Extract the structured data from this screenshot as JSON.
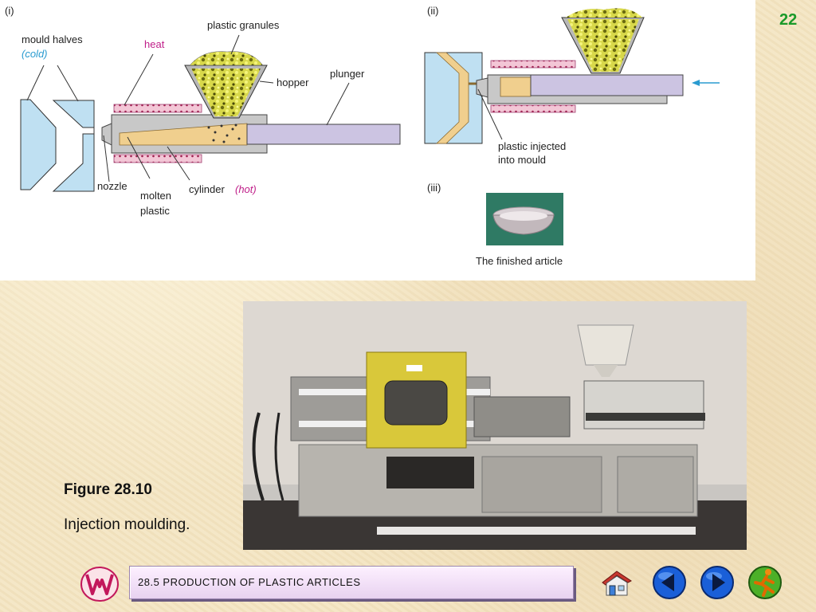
{
  "page_number": "22",
  "diagram": {
    "panel_i": "(i)",
    "panel_ii": "(ii)",
    "panel_iii": "(iii)",
    "labels": {
      "mould_halves": "mould halves",
      "cold": "(cold)",
      "heat": "heat",
      "plastic_granules": "plastic granules",
      "hopper": "hopper",
      "plunger": "plunger",
      "nozzle": "nozzle",
      "molten": "molten",
      "plastic": "plastic",
      "cylinder": "cylinder",
      "hot": "(hot)",
      "plastic_injected": "plastic injected",
      "into_mould": "into mould",
      "finished_article": "The finished article"
    }
  },
  "caption": {
    "title": "Figure 28.10",
    "text": "Injection moulding."
  },
  "footer": {
    "section_label": "28.5    PRODUCTION  OF  PLASTIC  ARTICLES"
  },
  "colors": {
    "mould": "#bfe0f2",
    "molten": "#f0cf8e",
    "plunger": "#ccc4e2",
    "cylinder": "#c8c8c8",
    "heater": "#f2c4d4",
    "accent_green": "#1a9a2a",
    "nav_blue": "#1a5fd8"
  },
  "nav": {
    "logo_icon": "w-logo-icon",
    "home_icon": "home-icon",
    "back_icon": "arrow-left-icon",
    "forward_icon": "arrow-right-icon",
    "exit_icon": "running-man-icon"
  }
}
